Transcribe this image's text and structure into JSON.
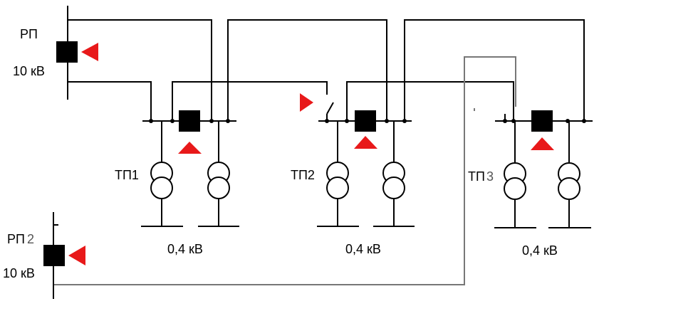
{
  "rp1": {
    "name": "РП",
    "voltage": "10 кВ"
  },
  "rp2": {
    "name": "РП",
    "index": "2",
    "voltage": "10 кВ"
  },
  "substations": [
    {
      "name": "ТП1",
      "voltage": "0,4 кВ"
    },
    {
      "name": "ТП2",
      "voltage": "0,4 кВ"
    },
    {
      "name": "ТП",
      "index": "3",
      "voltage": "0,4 кВ"
    }
  ],
  "colors": {
    "wire": "#000000",
    "wire_grey": "#777777",
    "indicator": "#e8191a"
  }
}
